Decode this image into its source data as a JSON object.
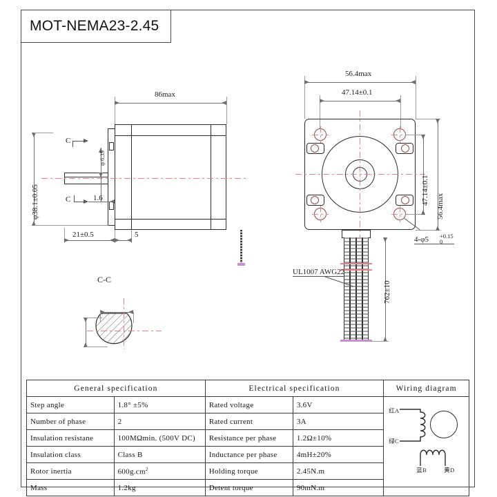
{
  "title": "MOT-NEMA23-2.45",
  "drawing": {
    "side_view": {
      "dims": [
        {
          "name": "body-length",
          "text": "86max"
        },
        {
          "name": "shaft-diameter",
          "text": "φ38.1±0.05"
        },
        {
          "name": "shaft-dia-small",
          "text": "φ 6.35"
        },
        {
          "name": "flat-depth",
          "text": "1.6"
        },
        {
          "name": "shaft-length",
          "text": "21±0.5"
        },
        {
          "name": "flange-thickness",
          "text": "5"
        }
      ],
      "section_marks": [
        "C",
        "C"
      ]
    },
    "section_view": {
      "label": "C-C"
    },
    "front_view": {
      "dims": [
        {
          "name": "body-width",
          "text": "56.4max"
        },
        {
          "name": "bolt-circle-h",
          "text": "47.14±0.1"
        },
        {
          "name": "bolt-circle-v",
          "text": "47.14±0.1"
        },
        {
          "name": "body-height",
          "text": "56.4max"
        },
        {
          "name": "mounting-holes",
          "text": "4-φ5"
        },
        {
          "name": "mounting-holes-tol-upper",
          "text": "+0.15"
        },
        {
          "name": "mounting-holes-tol-lower",
          "text": "0"
        }
      ]
    },
    "cable": {
      "spec": "UL1007 AWG22",
      "length": "762±10"
    }
  },
  "table": {
    "headers": {
      "general": "General  specification",
      "electrical": "Electrical  specification",
      "wiring": "Wiring diagram"
    },
    "general_rows": [
      {
        "label": "Step angle",
        "value": "1.8° ±5%"
      },
      {
        "label": "Number of phase",
        "value": "2"
      },
      {
        "label": "Insulation resistane",
        "value": "100MΩmin. (500V DC)"
      },
      {
        "label": "Insulation class",
        "value": "Class B"
      },
      {
        "label": "Rotor inertia",
        "value": "600g.cm",
        "sup": "2"
      },
      {
        "label": "Mass",
        "value": "1.2kg"
      }
    ],
    "electrical_rows": [
      {
        "label": "Rated voltage",
        "value": "3.6V"
      },
      {
        "label": "Rated current",
        "value": "3A"
      },
      {
        "label": "Resistance per phase",
        "value": "1.2Ω±10%"
      },
      {
        "label": "Inductance per phase",
        "value": "4mH±20%"
      },
      {
        "label": "Holding torque",
        "value": "2.45N.m"
      },
      {
        "label": "Detent torque",
        "value": "90mN.m"
      }
    ],
    "wiring_labels": {
      "a": "红A",
      "c": "绿C",
      "b": "蓝B",
      "d": "黄D"
    }
  },
  "colors": {
    "line": "#2b2b2b",
    "dimension": "#6d6d6d",
    "centerline": "#e8808a",
    "border": "#4a4a4a"
  }
}
